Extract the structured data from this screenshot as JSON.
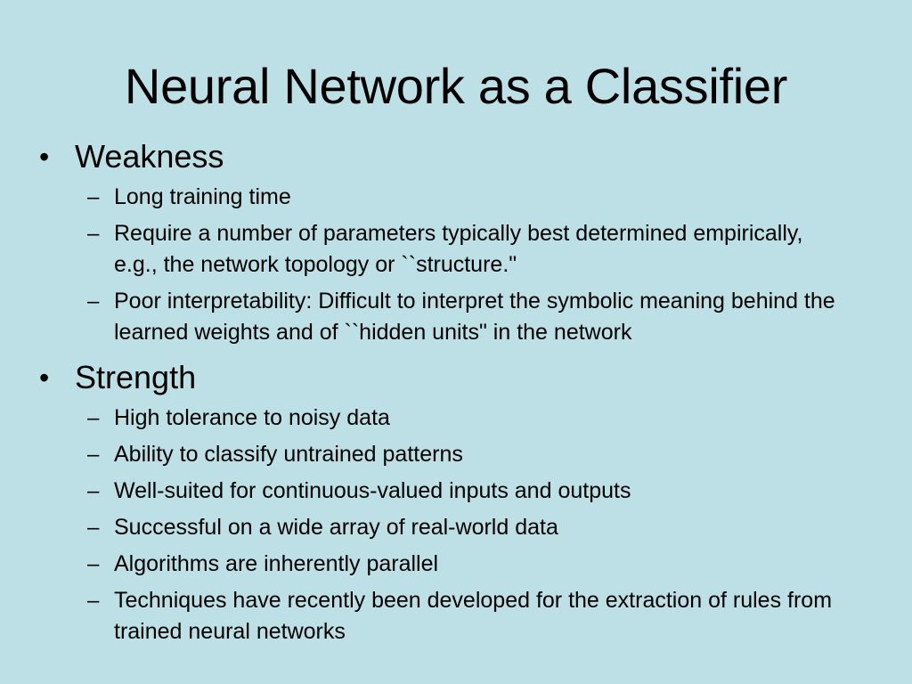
{
  "slide": {
    "title": "Neural Network as a Classifier",
    "bullet_symbol": "•",
    "dash_symbol": "–",
    "sections": [
      {
        "heading": "Weakness",
        "items": [
          "Long training time",
          "Require a number of parameters typically best determined empirically, e.g., the network topology or ``structure.\"",
          "Poor interpretability: Difficult to interpret the symbolic meaning behind the learned weights and of ``hidden units\" in the network"
        ]
      },
      {
        "heading": "Strength",
        "items": [
          "High tolerance to noisy data",
          "Ability to classify untrained patterns",
          "Well-suited for continuous-valued inputs and outputs",
          "Successful on a wide array of real-world data",
          "Algorithms are inherently parallel",
          "Techniques have recently been developed for the extraction of rules from trained neural networks"
        ]
      }
    ]
  }
}
